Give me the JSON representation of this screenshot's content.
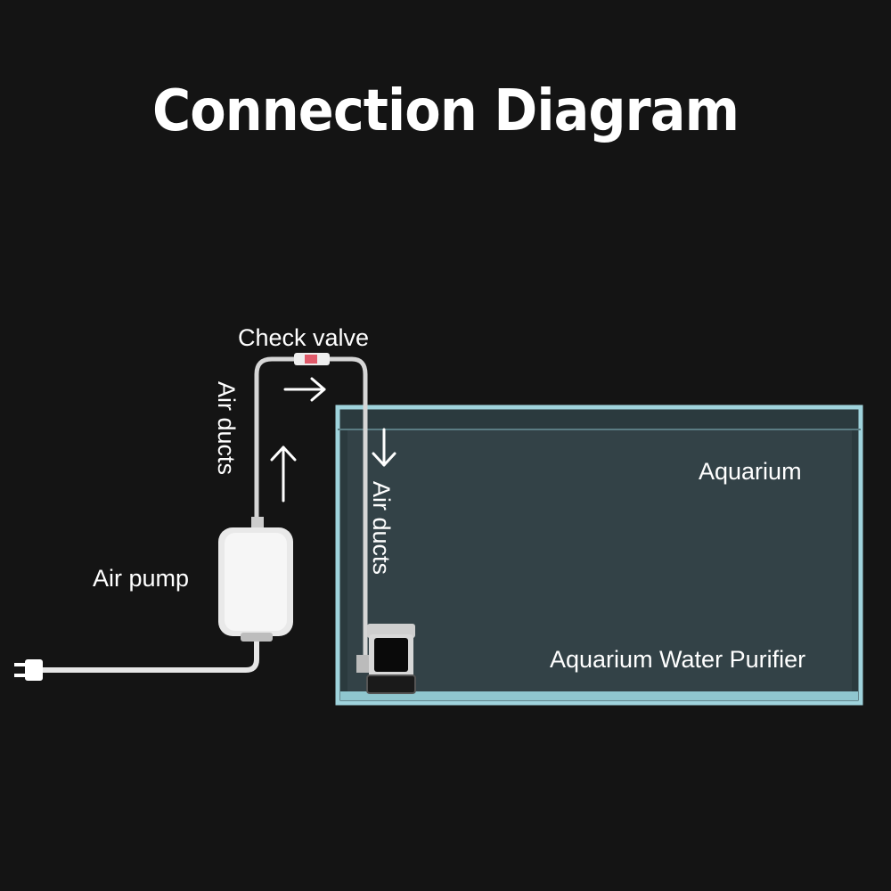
{
  "title": "Connection Diagram",
  "labels": {
    "check_valve": "Check valve",
    "air_ducts_left": "Air ducts",
    "air_ducts_right": "Air ducts",
    "air_pump": "Air pump",
    "aquarium": "Aquarium",
    "purifier": "Aquarium Water Purifier"
  },
  "icons": [
    "arrow-right-icon",
    "arrow-up-icon",
    "arrow-down-icon",
    "plug-icon",
    "air-pump-icon",
    "check-valve-icon",
    "water-purifier-icon"
  ],
  "colors": {
    "background": "#141414",
    "text": "#ffffff",
    "tank_rim": "#9fd3dc",
    "tank_water": "#334247",
    "tube": "#d8d8d8"
  }
}
